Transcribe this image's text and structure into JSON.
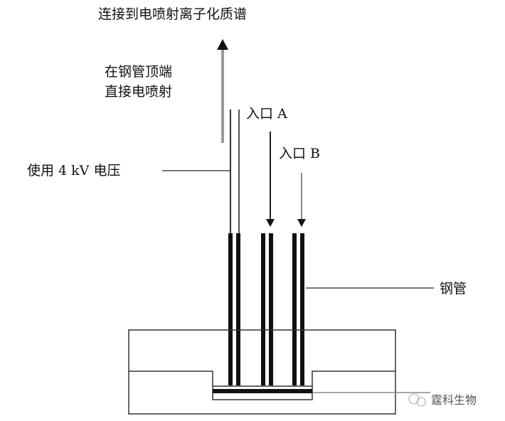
{
  "labels": {
    "to_ms": "连接到电喷射离子化质谱",
    "tip_line1": "在钢管顶端",
    "tip_line2": "直接电喷射",
    "voltage": "使用 4 kV 电压",
    "inlet_a": "入口 A",
    "inlet_b": "入口 B",
    "steel_tube": "钢管"
  },
  "watermark": "霆科生物",
  "colors": {
    "line": "#111111",
    "gray": "#888888"
  }
}
